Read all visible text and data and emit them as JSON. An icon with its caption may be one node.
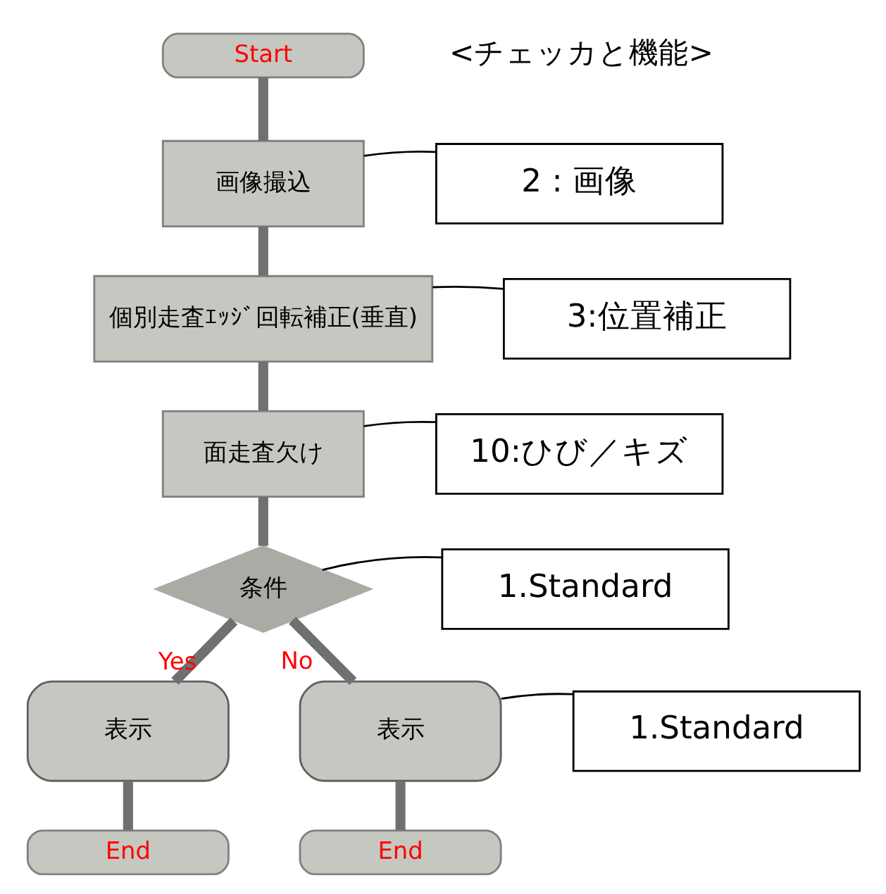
{
  "diagram": {
    "nodes": [
      {
        "text": [
          "Start"
        ]
      },
      {
        "text": [
          "画像撮込"
        ]
      },
      {
        "text": [
          "個別走査ｴｯｼﾞ回転補正(垂直)"
        ]
      },
      {
        "text": [
          "面走査欠け"
        ]
      },
      {
        "text": [
          "条件"
        ]
      },
      {
        "text": [
          "表示"
        ]
      },
      {
        "text": [
          "End"
        ]
      },
      {
        "text": [
          "表示"
        ]
      },
      {
        "text": [
          "End"
        ]
      },
      {
        "text": [
          "2 : 画像"
        ]
      },
      {
        "text": [
          "3:位置補正"
        ]
      },
      {
        "text": [
          "10:ひび／キズ"
        ]
      },
      {
        "text": [
          "1.Standard"
        ]
      },
      {
        "text": [
          "1.Standard"
        ]
      }
    ],
    "edges": [
      {
        "from": 0,
        "to": 1,
        "arrow": "none"
      },
      {
        "from": 1,
        "to": 2,
        "arrow": "none"
      },
      {
        "from": 2,
        "to": 3,
        "arrow": "none"
      },
      {
        "from": 3,
        "to": 4,
        "arrow": "none"
      },
      {
        "from": 4,
        "to": 5,
        "arrow": "none",
        "label": "Yes"
      },
      {
        "from": 4,
        "to": 7,
        "arrow": "none",
        "label": "No"
      },
      {
        "from": 5,
        "to": 6,
        "arrow": "none"
      },
      {
        "from": 7,
        "to": 8,
        "arrow": "none"
      },
      {
        "from": 9,
        "to": 1,
        "arrow": "none",
        "color": "#000000"
      },
      {
        "from": 10,
        "to": 2,
        "arrow": "none",
        "color": "#000000"
      },
      {
        "from": 11,
        "to": 3,
        "arrow": "none",
        "color": "#000000"
      },
      {
        "from": 12,
        "to": 4,
        "arrow": "none",
        "color": "#000000"
      },
      {
        "from": 13,
        "to": 7,
        "arrow": "none",
        "color": "#000000"
      }
    ],
    "labels": [
      "<チェッカと機能>"
    ]
  }
}
